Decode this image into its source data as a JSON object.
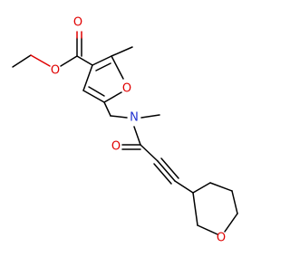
{
  "structure": {
    "colors": {
      "carbon": "#000000",
      "oxygen": "#e00000",
      "nitrogen": "#2030d0"
    },
    "atom_labels": {
      "ester_carbonyl_o": "O",
      "ester_ether_o": "O",
      "furan_o": "O",
      "amine_n": "N",
      "amide_o": "O",
      "oxane_o": "O"
    }
  }
}
